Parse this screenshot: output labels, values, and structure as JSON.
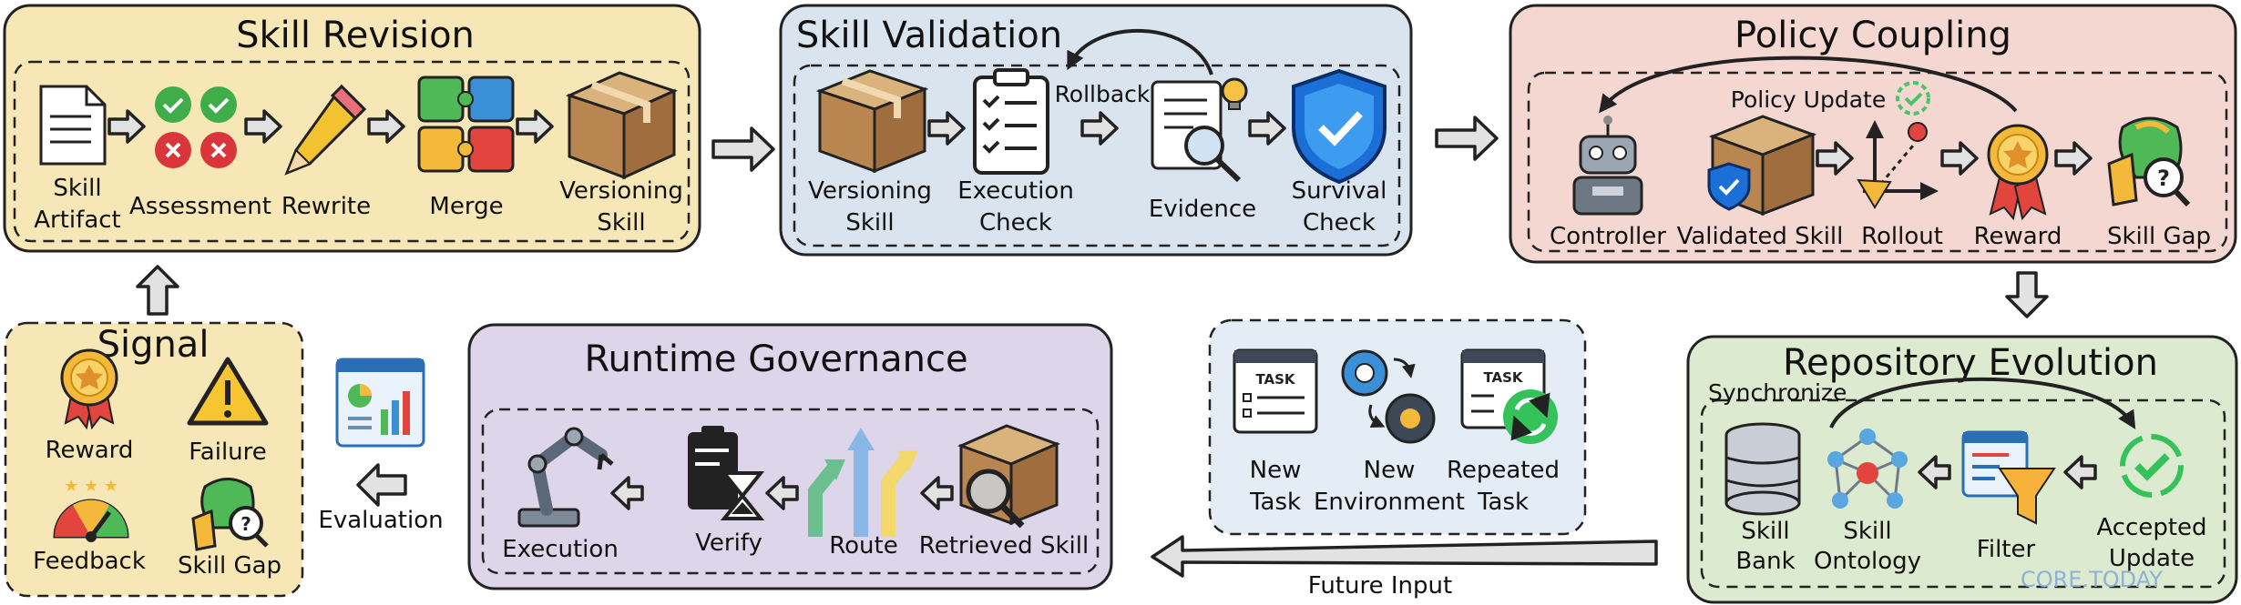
{
  "skill_revision": {
    "title": "Skill Revision",
    "skill_artifact": [
      "Skill",
      "Artifact"
    ],
    "assessment": "Assessment",
    "rewrite": "Rewrite",
    "merge": "Merge",
    "versioning": [
      "Versioning",
      "Skill"
    ]
  },
  "skill_validation": {
    "title": "Skill Validation",
    "versioning": [
      "Versioning",
      "Skill"
    ],
    "execution_check": [
      "Execution",
      "Check"
    ],
    "rollback": "Rollback",
    "evidence": "Evidence",
    "survival_check": [
      "Survival",
      "Check"
    ]
  },
  "policy_coupling": {
    "title": "Policy Coupling",
    "policy_update": "Policy Update",
    "controller": "Controller",
    "validated_skill": "Validated Skill",
    "rollout": "Rollout",
    "reward": "Reward",
    "skill_gap": "Skill Gap"
  },
  "signal": {
    "title": "Signal",
    "reward": "Reward",
    "failure": "Failure",
    "feedback": "Feedback",
    "skill_gap": "Skill Gap"
  },
  "evaluation": "Evaluation",
  "runtime_governance": {
    "title": "Runtime Governance",
    "execution": "Execution",
    "verify": "Verify",
    "route": "Route",
    "retrieved_skill": "Retrieved Skill"
  },
  "inputs": {
    "task_icon_text": "TASK",
    "new_task": [
      "New",
      "Task"
    ],
    "new_environment": [
      "New",
      "Environment"
    ],
    "repeated_task": [
      "Repeated",
      "Task"
    ]
  },
  "future_input": "Future Input",
  "repository_evolution": {
    "title": "Repository Evolution",
    "synchronize": "Synchronize",
    "skill_bank": [
      "Skill",
      "Bank"
    ],
    "skill_ontology": [
      "Skill",
      "Ontology"
    ],
    "filter": "Filter",
    "accepted_update": [
      "Accepted",
      "Update"
    ]
  },
  "watermark": "CORE.TODAY"
}
